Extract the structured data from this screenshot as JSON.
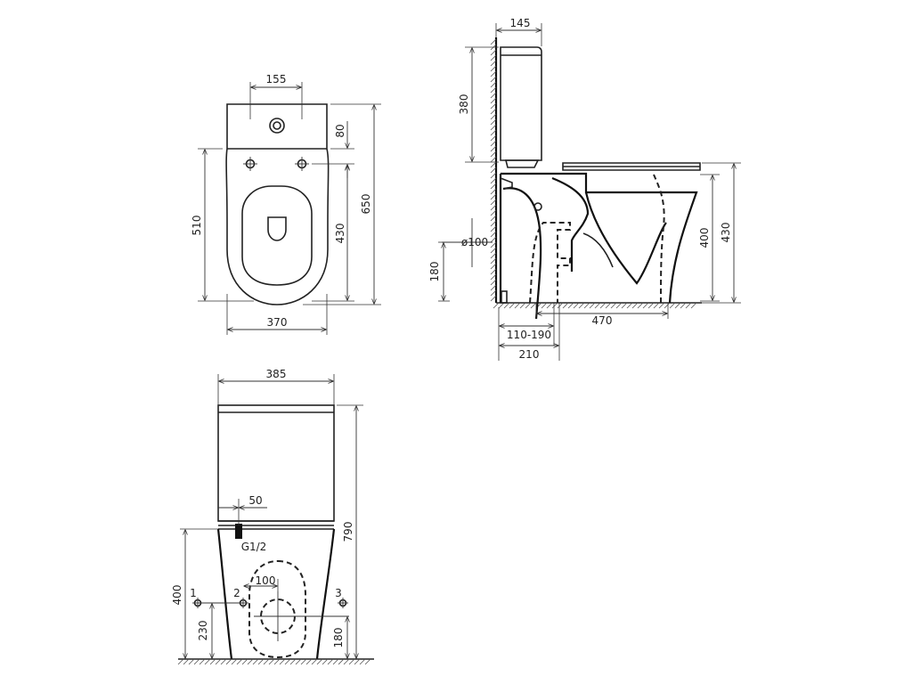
{
  "top_view": {
    "d_top": "155",
    "d_80": "80",
    "d_650": "650",
    "d_510": "510",
    "d_430": "430",
    "d_370": "370"
  },
  "side_view": {
    "d_145": "145",
    "d_380": "380",
    "d_100": "ø100",
    "d_180": "180",
    "d_400": "400",
    "d_430": "430",
    "d_470": "470",
    "d_110_190": "110-190",
    "d_210": "210"
  },
  "front_view": {
    "d_385": "385",
    "d_790": "790",
    "d_50": "50",
    "d_g12": "G1/2",
    "d_400": "400",
    "d_230": "230",
    "d_100": "100",
    "d_180": "180",
    "p1": "1",
    "p2": "2",
    "p3": "3"
  }
}
